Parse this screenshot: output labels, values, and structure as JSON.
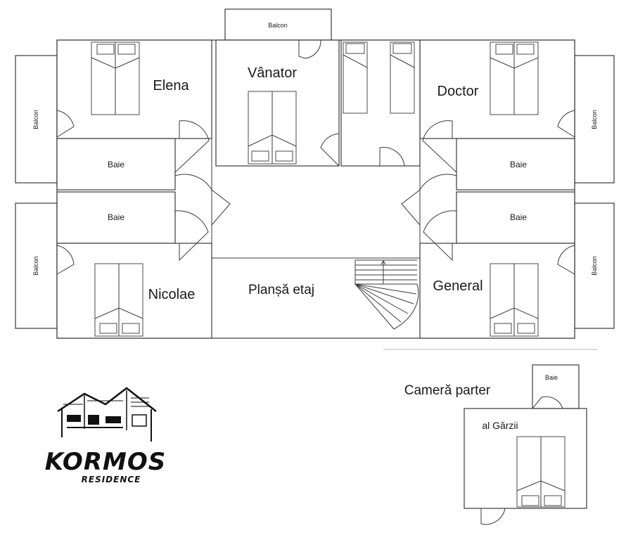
{
  "plan": {
    "title": "Planșă etaj",
    "rooms": {
      "elena": "Elena",
      "vanator": "Vânator",
      "doctor": "Doctor",
      "nicolae": "Nicolae",
      "general": "General"
    },
    "bathroom": "Baie",
    "balcony": "Balcon"
  },
  "ground": {
    "title": "Cameră parter",
    "room": "al Gărzii",
    "bathroom": "Baie"
  },
  "logo": {
    "name": "KORMOS",
    "sub": "RESIDENCE"
  }
}
